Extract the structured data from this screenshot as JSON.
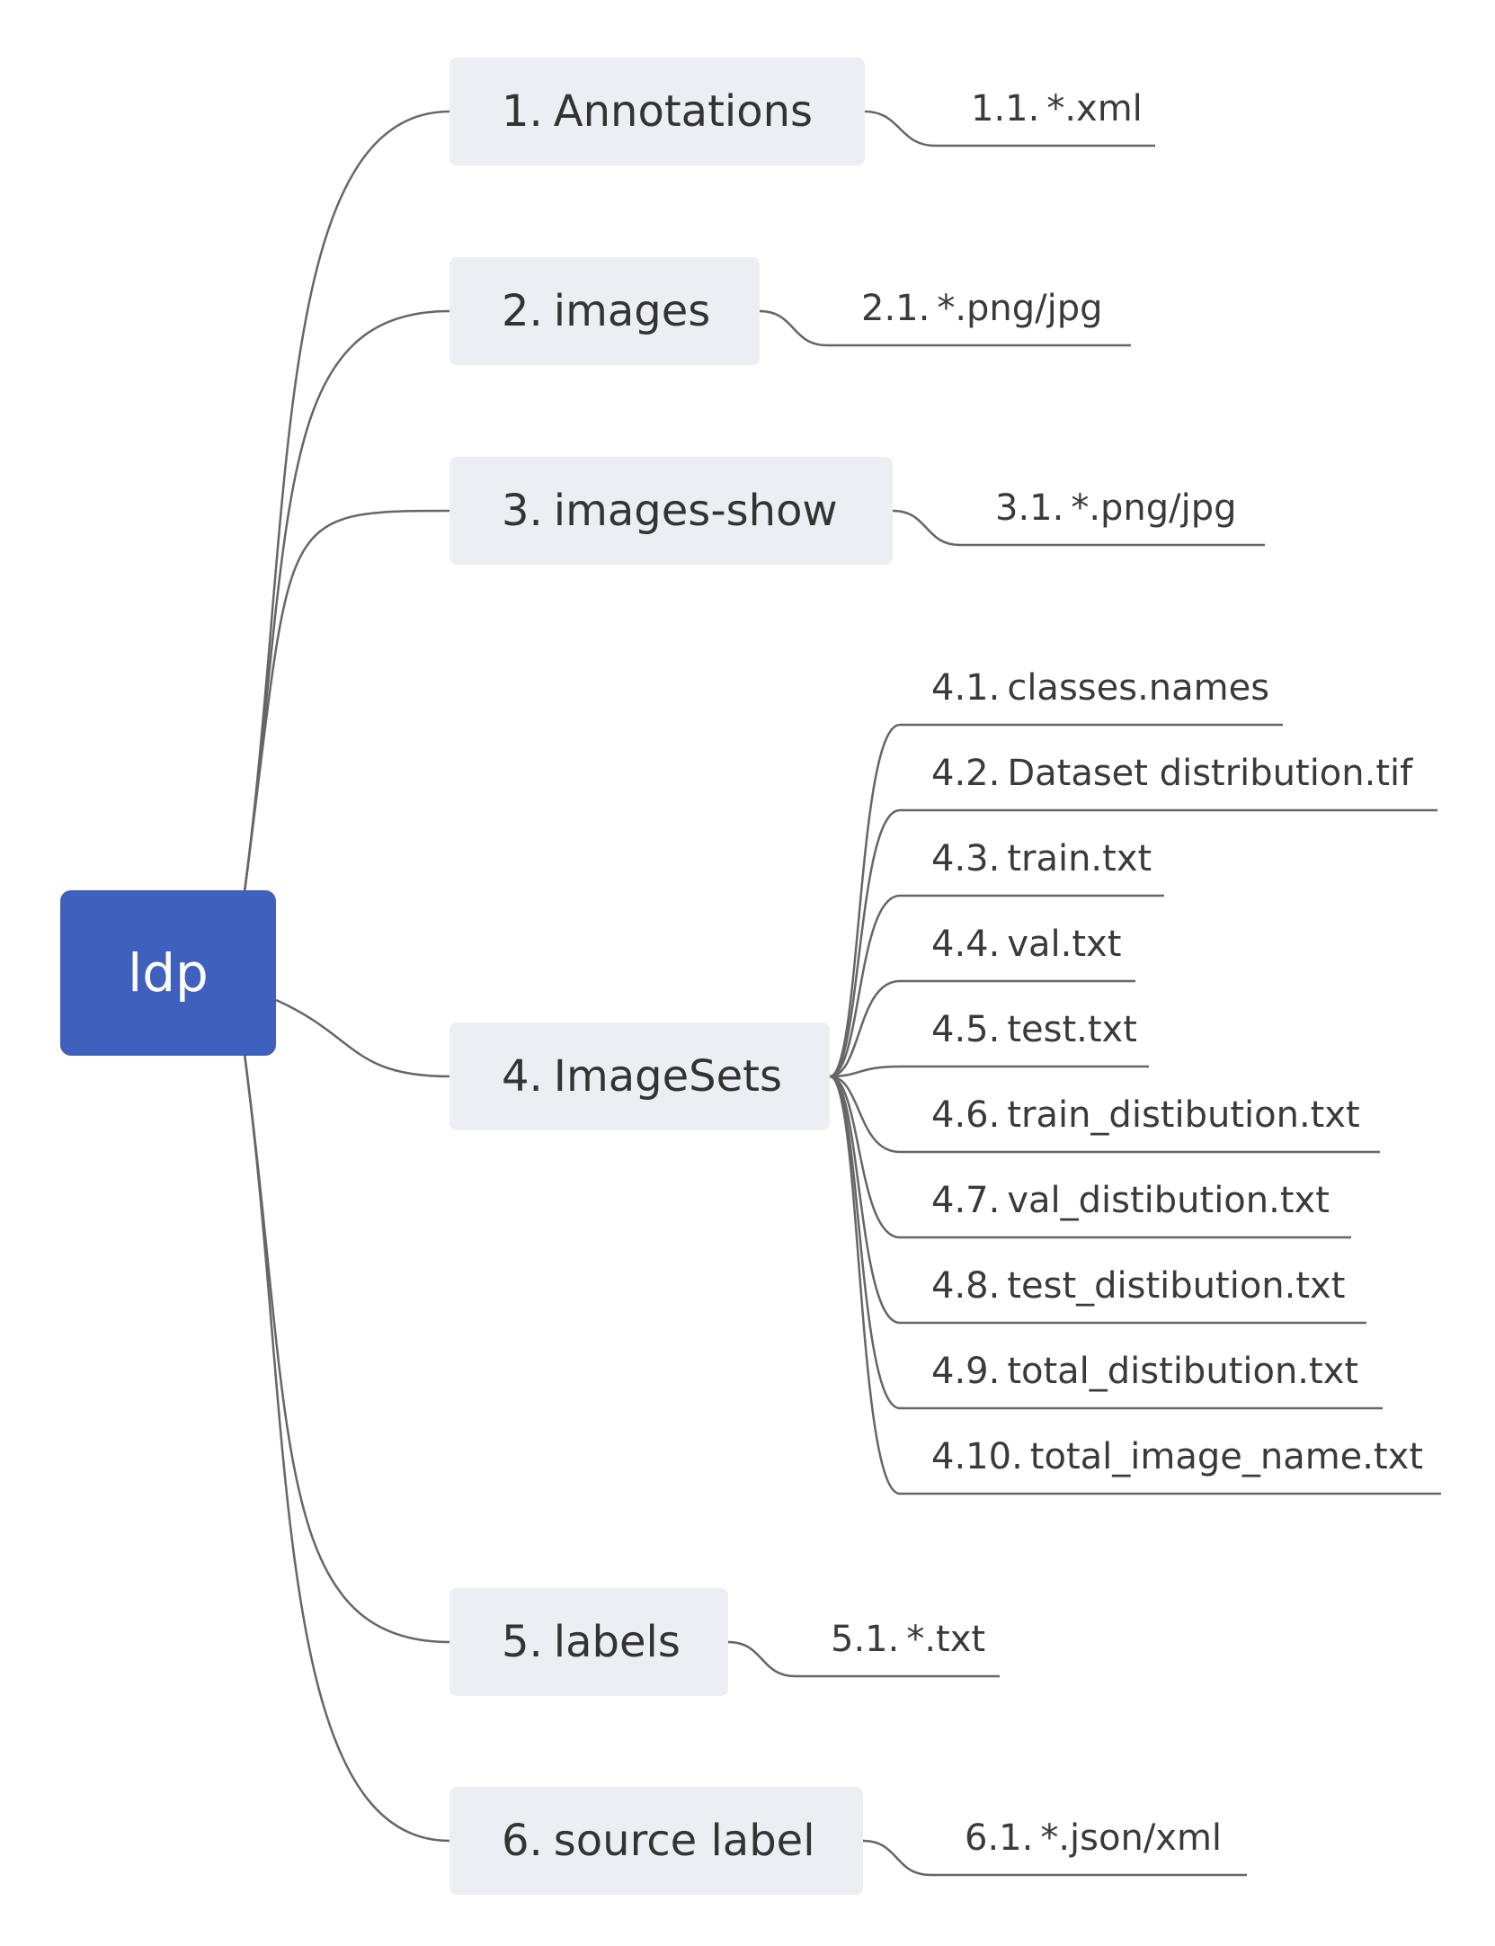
{
  "root": {
    "label": "ldp",
    "color": "#4060bd"
  },
  "line_color": "#666666",
  "branches": [
    {
      "number": "1.",
      "label": "Annotations",
      "children": [
        {
          "number": "1.1.",
          "label": "*.xml"
        }
      ]
    },
    {
      "number": "2.",
      "label": "images",
      "children": [
        {
          "number": "2.1.",
          "label": "*.png/jpg"
        }
      ]
    },
    {
      "number": "3.",
      "label": "images-show",
      "children": [
        {
          "number": "3.1.",
          "label": "*.png/jpg"
        }
      ]
    },
    {
      "number": "4.",
      "label": "ImageSets",
      "children": [
        {
          "number": "4.1.",
          "label": "classes.names"
        },
        {
          "number": "4.2.",
          "label": "Dataset distribution.tif"
        },
        {
          "number": "4.3.",
          "label": "train.txt"
        },
        {
          "number": "4.4.",
          "label": "val.txt"
        },
        {
          "number": "4.5.",
          "label": "test.txt"
        },
        {
          "number": "4.6.",
          "label": "train_distibution.txt"
        },
        {
          "number": "4.7.",
          "label": "val_distibution.txt"
        },
        {
          "number": "4.8.",
          "label": "test_distibution.txt"
        },
        {
          "number": "4.9.",
          "label": "total_distibution.txt"
        },
        {
          "number": "4.10.",
          "label": "total_image_name.txt"
        }
      ]
    },
    {
      "number": "5.",
      "label": "labels",
      "children": [
        {
          "number": "5.1.",
          "label": "*.txt"
        }
      ]
    },
    {
      "number": "6.",
      "label": "source label",
      "children": [
        {
          "number": "6.1.",
          "label": "*.json/xml"
        }
      ]
    }
  ]
}
